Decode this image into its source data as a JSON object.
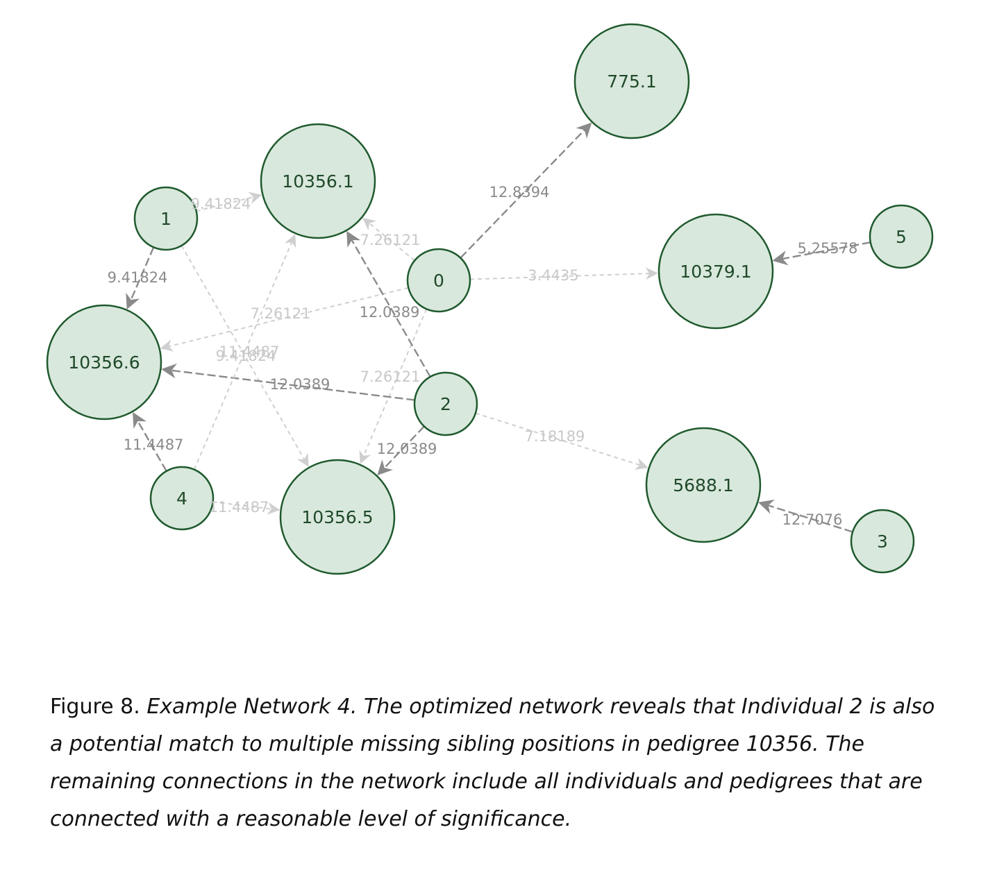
{
  "diagram": {
    "nodes": [
      {
        "id": "775.1",
        "label": "775.1",
        "r": 82
      },
      {
        "id": "10356.1",
        "label": "10356.1",
        "r": 82
      },
      {
        "id": "1",
        "label": "1",
        "r": 45
      },
      {
        "id": "0",
        "label": "0",
        "r": 45
      },
      {
        "id": "10379.1",
        "label": "10379.1",
        "r": 82
      },
      {
        "id": "5",
        "label": "5",
        "r": 45
      },
      {
        "id": "10356.6",
        "label": "10356.6",
        "r": 82
      },
      {
        "id": "2",
        "label": "2",
        "r": 45
      },
      {
        "id": "5688.1",
        "label": "5688.1",
        "r": 82
      },
      {
        "id": "4",
        "label": "4",
        "r": 45
      },
      {
        "id": "10356.5",
        "label": "10356.5",
        "r": 82
      },
      {
        "id": "3",
        "label": "3",
        "r": 45
      }
    ],
    "edges": [
      {
        "from": "0",
        "to": "775.1",
        "label": "12.8394",
        "style": "strong"
      },
      {
        "from": "0",
        "to": "10356.1",
        "label": "7.26121",
        "style": "faint"
      },
      {
        "from": "0",
        "to": "10379.1",
        "label": "3.4435",
        "style": "faint"
      },
      {
        "from": "0",
        "to": "10356.6",
        "label": "7.26121",
        "style": "faint"
      },
      {
        "from": "0",
        "to": "10356.5",
        "label": "7.26121",
        "style": "faint"
      },
      {
        "from": "1",
        "to": "10356.1",
        "label": "9.41824",
        "style": "faint"
      },
      {
        "from": "1",
        "to": "10356.6",
        "label": "9.41824",
        "style": "strong"
      },
      {
        "from": "1",
        "to": "10356.5",
        "label": "9.41824",
        "style": "faint"
      },
      {
        "from": "2",
        "to": "10356.1",
        "label": "12.0389",
        "style": "strong"
      },
      {
        "from": "2",
        "to": "10356.6",
        "label": "12.0389",
        "style": "strong"
      },
      {
        "from": "2",
        "to": "10356.5",
        "label": "12.0389",
        "style": "strong"
      },
      {
        "from": "2",
        "to": "5688.1",
        "label": "7.18189",
        "style": "faint"
      },
      {
        "from": "4",
        "to": "10356.6",
        "label": "11.4487",
        "style": "strong"
      },
      {
        "from": "4",
        "to": "10356.1",
        "label": "11.4487",
        "style": "faint"
      },
      {
        "from": "4",
        "to": "10356.5",
        "label": "11.4487",
        "style": "faint"
      },
      {
        "from": "5",
        "to": "10379.1",
        "label": "5.25578",
        "style": "strong"
      },
      {
        "from": "3",
        "to": "5688.1",
        "label": "12.7076",
        "style": "strong"
      }
    ],
    "colors": {
      "node_fill": "#d9e8dc",
      "node_stroke": "#1f5a2e",
      "edge_strong": "#8a8a8a",
      "edge_faint": "#cfcfcf"
    }
  },
  "caption": {
    "figure": "Figure 8.",
    "text": "Example Network 4. The optimized network reveals that Individual 2 is also a potential match to multiple missing sibling positions in pedigree 10356. The remaining connections in the network include all individuals and pedigrees that are connected with a reasonable level of significance."
  }
}
